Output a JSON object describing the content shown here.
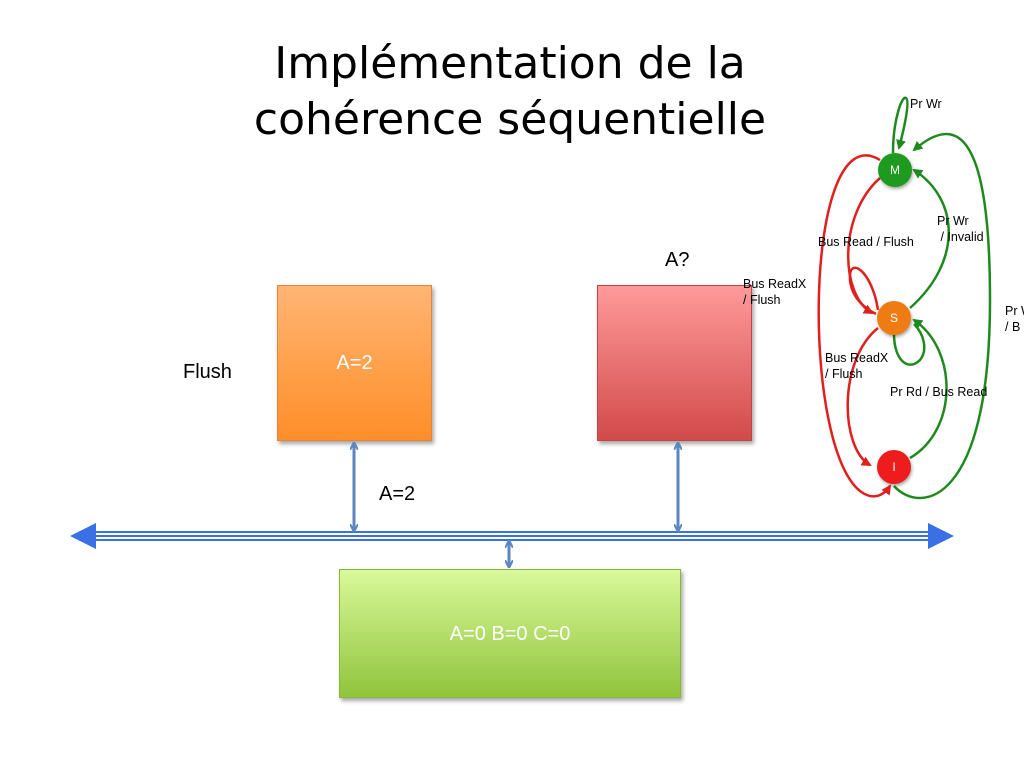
{
  "title": {
    "line1": "Implémentation de la",
    "line2": "cohérence séquentielle"
  },
  "caches": {
    "cache1_value": "A=2",
    "cache2_query": "A?"
  },
  "memory": {
    "value": "A=0 B=0 C=0"
  },
  "labels": {
    "flush": "Flush",
    "bus_value": "A=2"
  },
  "state_machine": {
    "states": {
      "m": "M",
      "s": "S",
      "i": "I"
    },
    "transitions": {
      "pr_wr_top": "Pr Wr",
      "pr_wr_invalid_1": "Pr Wr",
      "pr_wr_invalid_2": " / Invalid",
      "bus_read_flush": "Bus Read / Flush",
      "bus_readx_flush_top_1": "Bus ReadX",
      "bus_readx_flush_top_2": "/ Flush",
      "bus_readx_flush_mid_1": "Bus ReadX",
      "bus_readx_flush_mid_2": "/ Flush",
      "pr_rd_bus_read": "Pr Rd / Bus Read",
      "pr_w_cut_1": "Pr W",
      "pr_w_cut_2": "/ B"
    },
    "colors": {
      "modified": "#1e9a1e",
      "shared": "#ee7c12",
      "invalid": "#ee1c1c",
      "red_arrow": "#e0201c",
      "green_arrow": "#1e8a1e"
    }
  },
  "colors": {
    "bus": "#3a6fe6",
    "link_arrow": "#5b86c0"
  }
}
